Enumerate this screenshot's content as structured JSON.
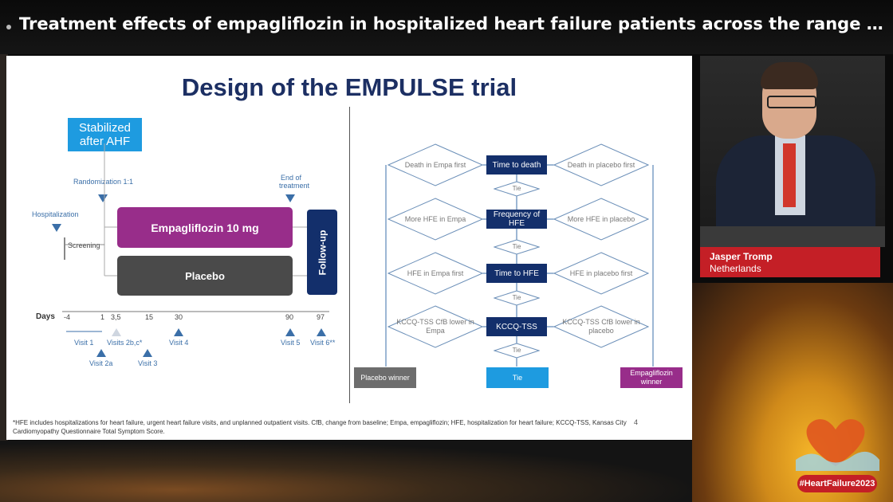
{
  "header": {
    "title": "Treatment effects of empagliflozin in hospitalized heart failure patients across the range of left ven..."
  },
  "speaker": {
    "name": "Jasper Tromp",
    "country": "Netherlands"
  },
  "event": {
    "hashtag": "#HeartFailure2023"
  },
  "slide": {
    "title": "Design  of the EMPULSE trial",
    "left": {
      "stabilized": "Stabilized after AHF",
      "randomization": "Randomization 1:1",
      "end_of_treatment": "End of treatment",
      "hospitalization": "Hospitalization",
      "screening": "Screening",
      "empa_arm": "Empagliflozin 10 mg",
      "placebo_arm": "Placebo",
      "followup": "Follow-up",
      "days_label": "Days",
      "day_ticks": [
        "-4",
        "1",
        "3,5",
        "15",
        "30",
        "90",
        "97"
      ],
      "visits": {
        "v1": "Visit 1",
        "v2a": "Visit 2a",
        "v2bc": "Visits 2b,c*",
        "v3": "Visit 3",
        "v4": "Visit 4",
        "v5": "Visit 5",
        "v6": "Visit 6**"
      }
    },
    "right": {
      "boxes": [
        "Time to death",
        "Frequency of HFE",
        "Time to HFE",
        "KCCQ-TSS"
      ],
      "left_diamonds": [
        "Death in Empa first",
        "More HFE in Empa",
        "HFE in Empa first",
        "KCCQ-TSS CfB lower in Empa"
      ],
      "right_diamonds": [
        "Death in placebo first",
        "More HFE in placebo",
        "HFE in placebo first",
        "KCCQ-TSS CfB lower in placebo"
      ],
      "tie": "Tie",
      "outcomes": {
        "placebo_winner": "Placebo winner",
        "tie": "Tie",
        "empa_winner": "Empagliflozin winner"
      }
    },
    "footnote": "*HFE includes hospitalizations for heart failure, urgent heart failure visits, and unplanned outpatient visits. CfB, change from baseline; Empa, empagliflozin; HFE, hospitalization for heart failure; KCCQ-TSS, Kansas City Cardiomyopathy Questionnaire Total Symptom Score.",
    "page_number": "4"
  },
  "colors": {
    "navy": "#132f6b",
    "purple": "#982d8a",
    "blue": "#1e9be0",
    "red": "#c41f26"
  }
}
